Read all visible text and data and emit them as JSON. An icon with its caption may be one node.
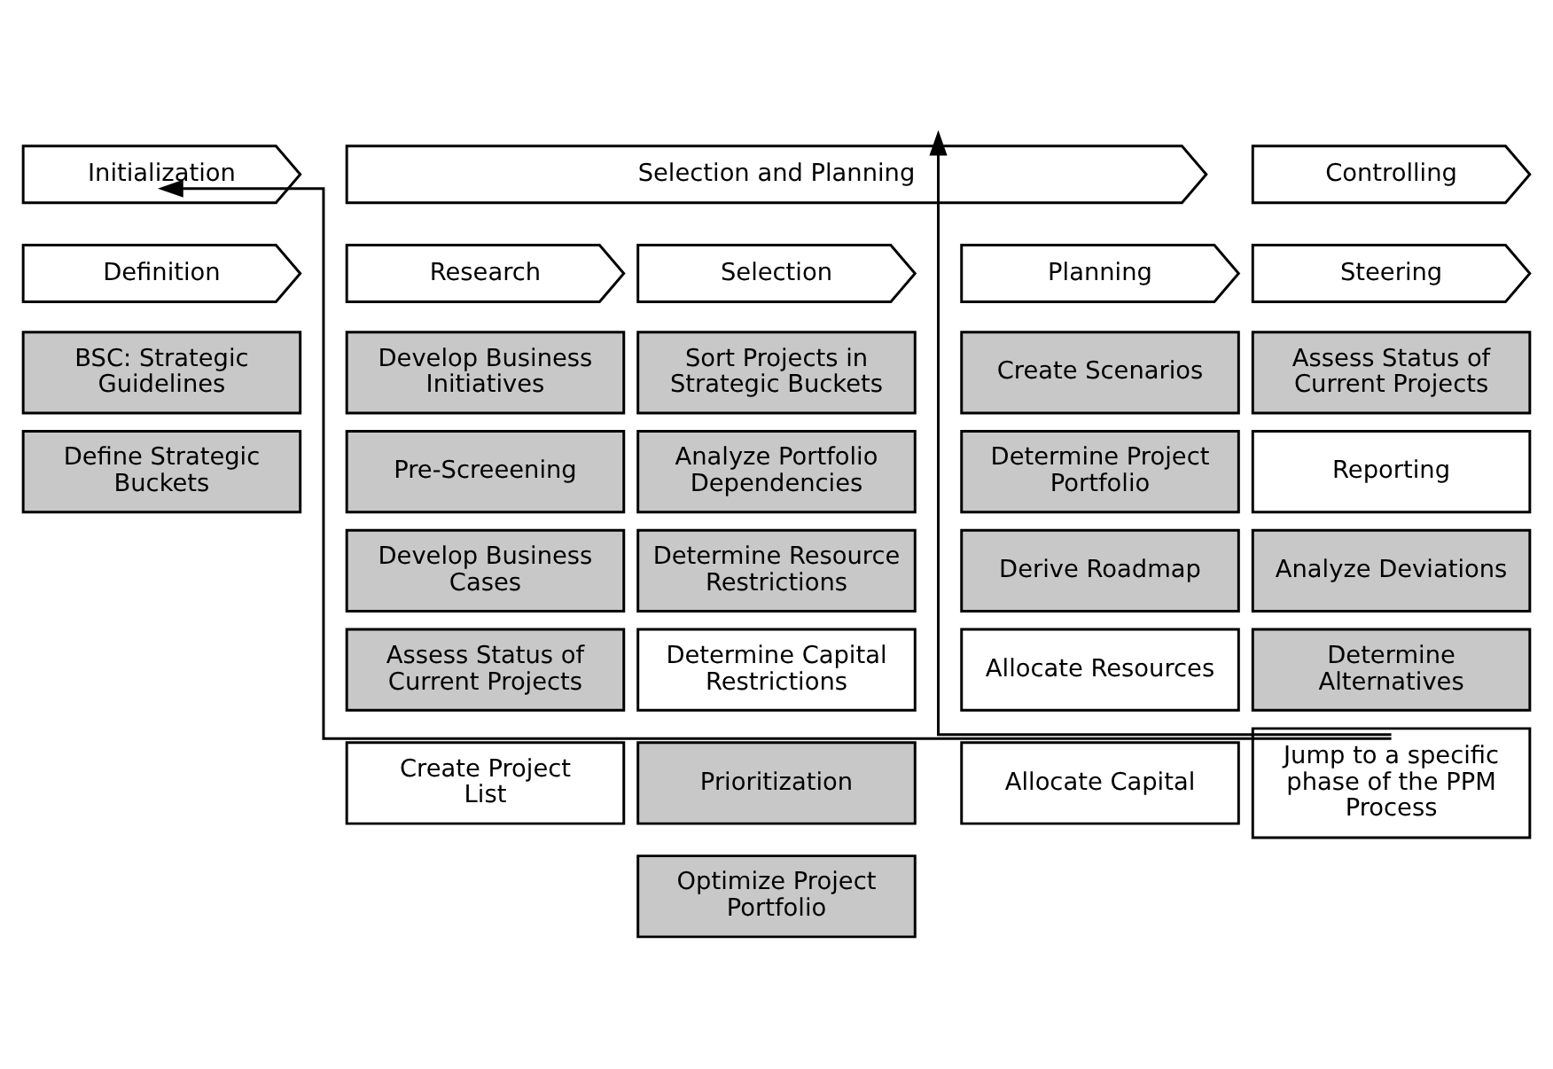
{
  "diagram": {
    "nodes": [
      {
        "text": [
          "Initialization"
        ]
      },
      {
        "text": [
          "Selection and Planning"
        ]
      },
      {
        "text": [
          "Controlling"
        ]
      },
      {
        "text": [
          "Definition"
        ]
      },
      {
        "text": [
          "Research"
        ]
      },
      {
        "text": [
          "Selection"
        ]
      },
      {
        "text": [
          "Planning"
        ]
      },
      {
        "text": [
          "Steering"
        ]
      },
      {
        "text": [
          "BSC: Strategic Guidelines"
        ]
      },
      {
        "text": [
          "Develop Business Initiatives"
        ]
      },
      {
        "text": [
          "Sort Projects in Strategic Buckets"
        ]
      },
      {
        "text": [
          "Create Scenarios"
        ]
      },
      {
        "text": [
          "Assess Status of Current Projects"
        ]
      },
      {
        "text": [
          "Define Strategic Buckets"
        ]
      },
      {
        "text": [
          "Pre-Screeening"
        ]
      },
      {
        "text": [
          "Analyze Portfolio Dependencies"
        ]
      },
      {
        "text": [
          "Determine Project Portfolio"
        ]
      },
      {
        "text": [
          "Reporting"
        ]
      },
      {
        "text": [
          "Develop Business Cases"
        ]
      },
      {
        "text": [
          "Determine Resource Restrictions"
        ]
      },
      {
        "text": [
          "Derive Roadmap"
        ]
      },
      {
        "text": [
          "Analyze Deviations"
        ]
      },
      {
        "text": [
          "Assess Status of Current Projects"
        ]
      },
      {
        "text": [
          "Determine Capital Restrictions"
        ]
      },
      {
        "text": [
          "Allocate Resources"
        ]
      },
      {
        "text": [
          "Determine Alternatives"
        ]
      },
      {
        "text": [
          "Create Project List"
        ]
      },
      {
        "text": [
          "Prioritization"
        ]
      },
      {
        "text": [
          "Allocate Capital"
        ]
      },
      {
        "text": [
          "Jump to a specific phase of the PPM Process"
        ]
      },
      {
        "text": [
          "Optimize Project Portfolio"
        ]
      }
    ],
    "edges": [
      {
        "from": 29,
        "to": 0,
        "arrow": "to"
      },
      {
        "from": 29,
        "to": 1,
        "arrow": "to"
      }
    ]
  }
}
